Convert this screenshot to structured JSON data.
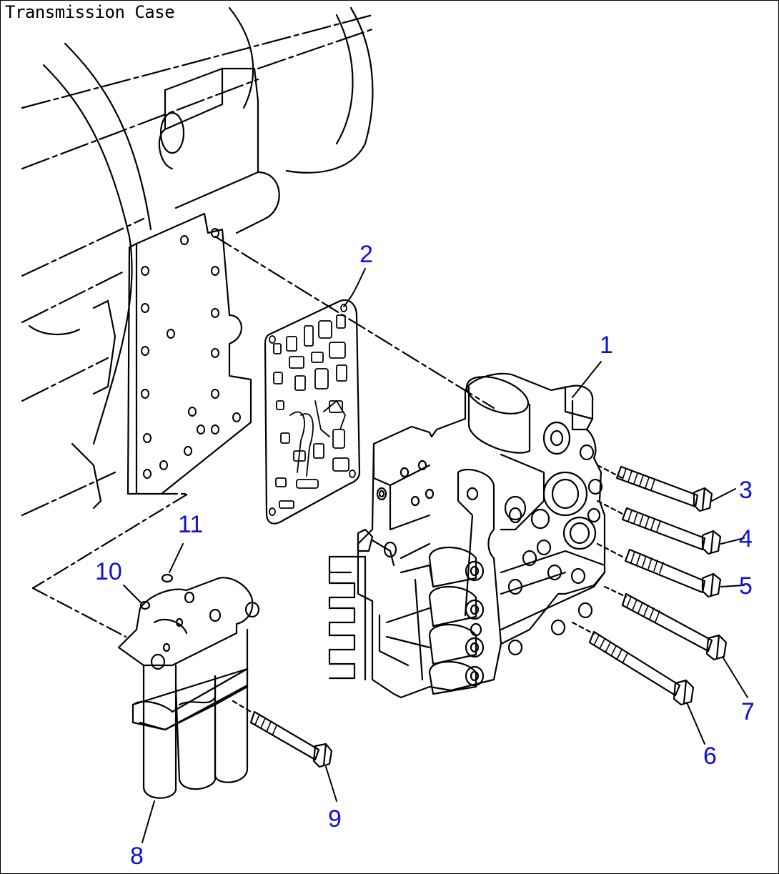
{
  "title": "Transmission Case",
  "callout_color": "#1010d8",
  "line_color": "#000000",
  "callouts": [
    {
      "id": "1",
      "label": "1"
    },
    {
      "id": "2",
      "label": "2"
    },
    {
      "id": "3",
      "label": "3"
    },
    {
      "id": "4",
      "label": "4"
    },
    {
      "id": "5",
      "label": "5"
    },
    {
      "id": "6",
      "label": "6"
    },
    {
      "id": "7",
      "label": "7"
    },
    {
      "id": "8",
      "label": "8"
    },
    {
      "id": "9",
      "label": "9"
    },
    {
      "id": "10",
      "label": "10"
    },
    {
      "id": "11",
      "label": "11"
    }
  ]
}
